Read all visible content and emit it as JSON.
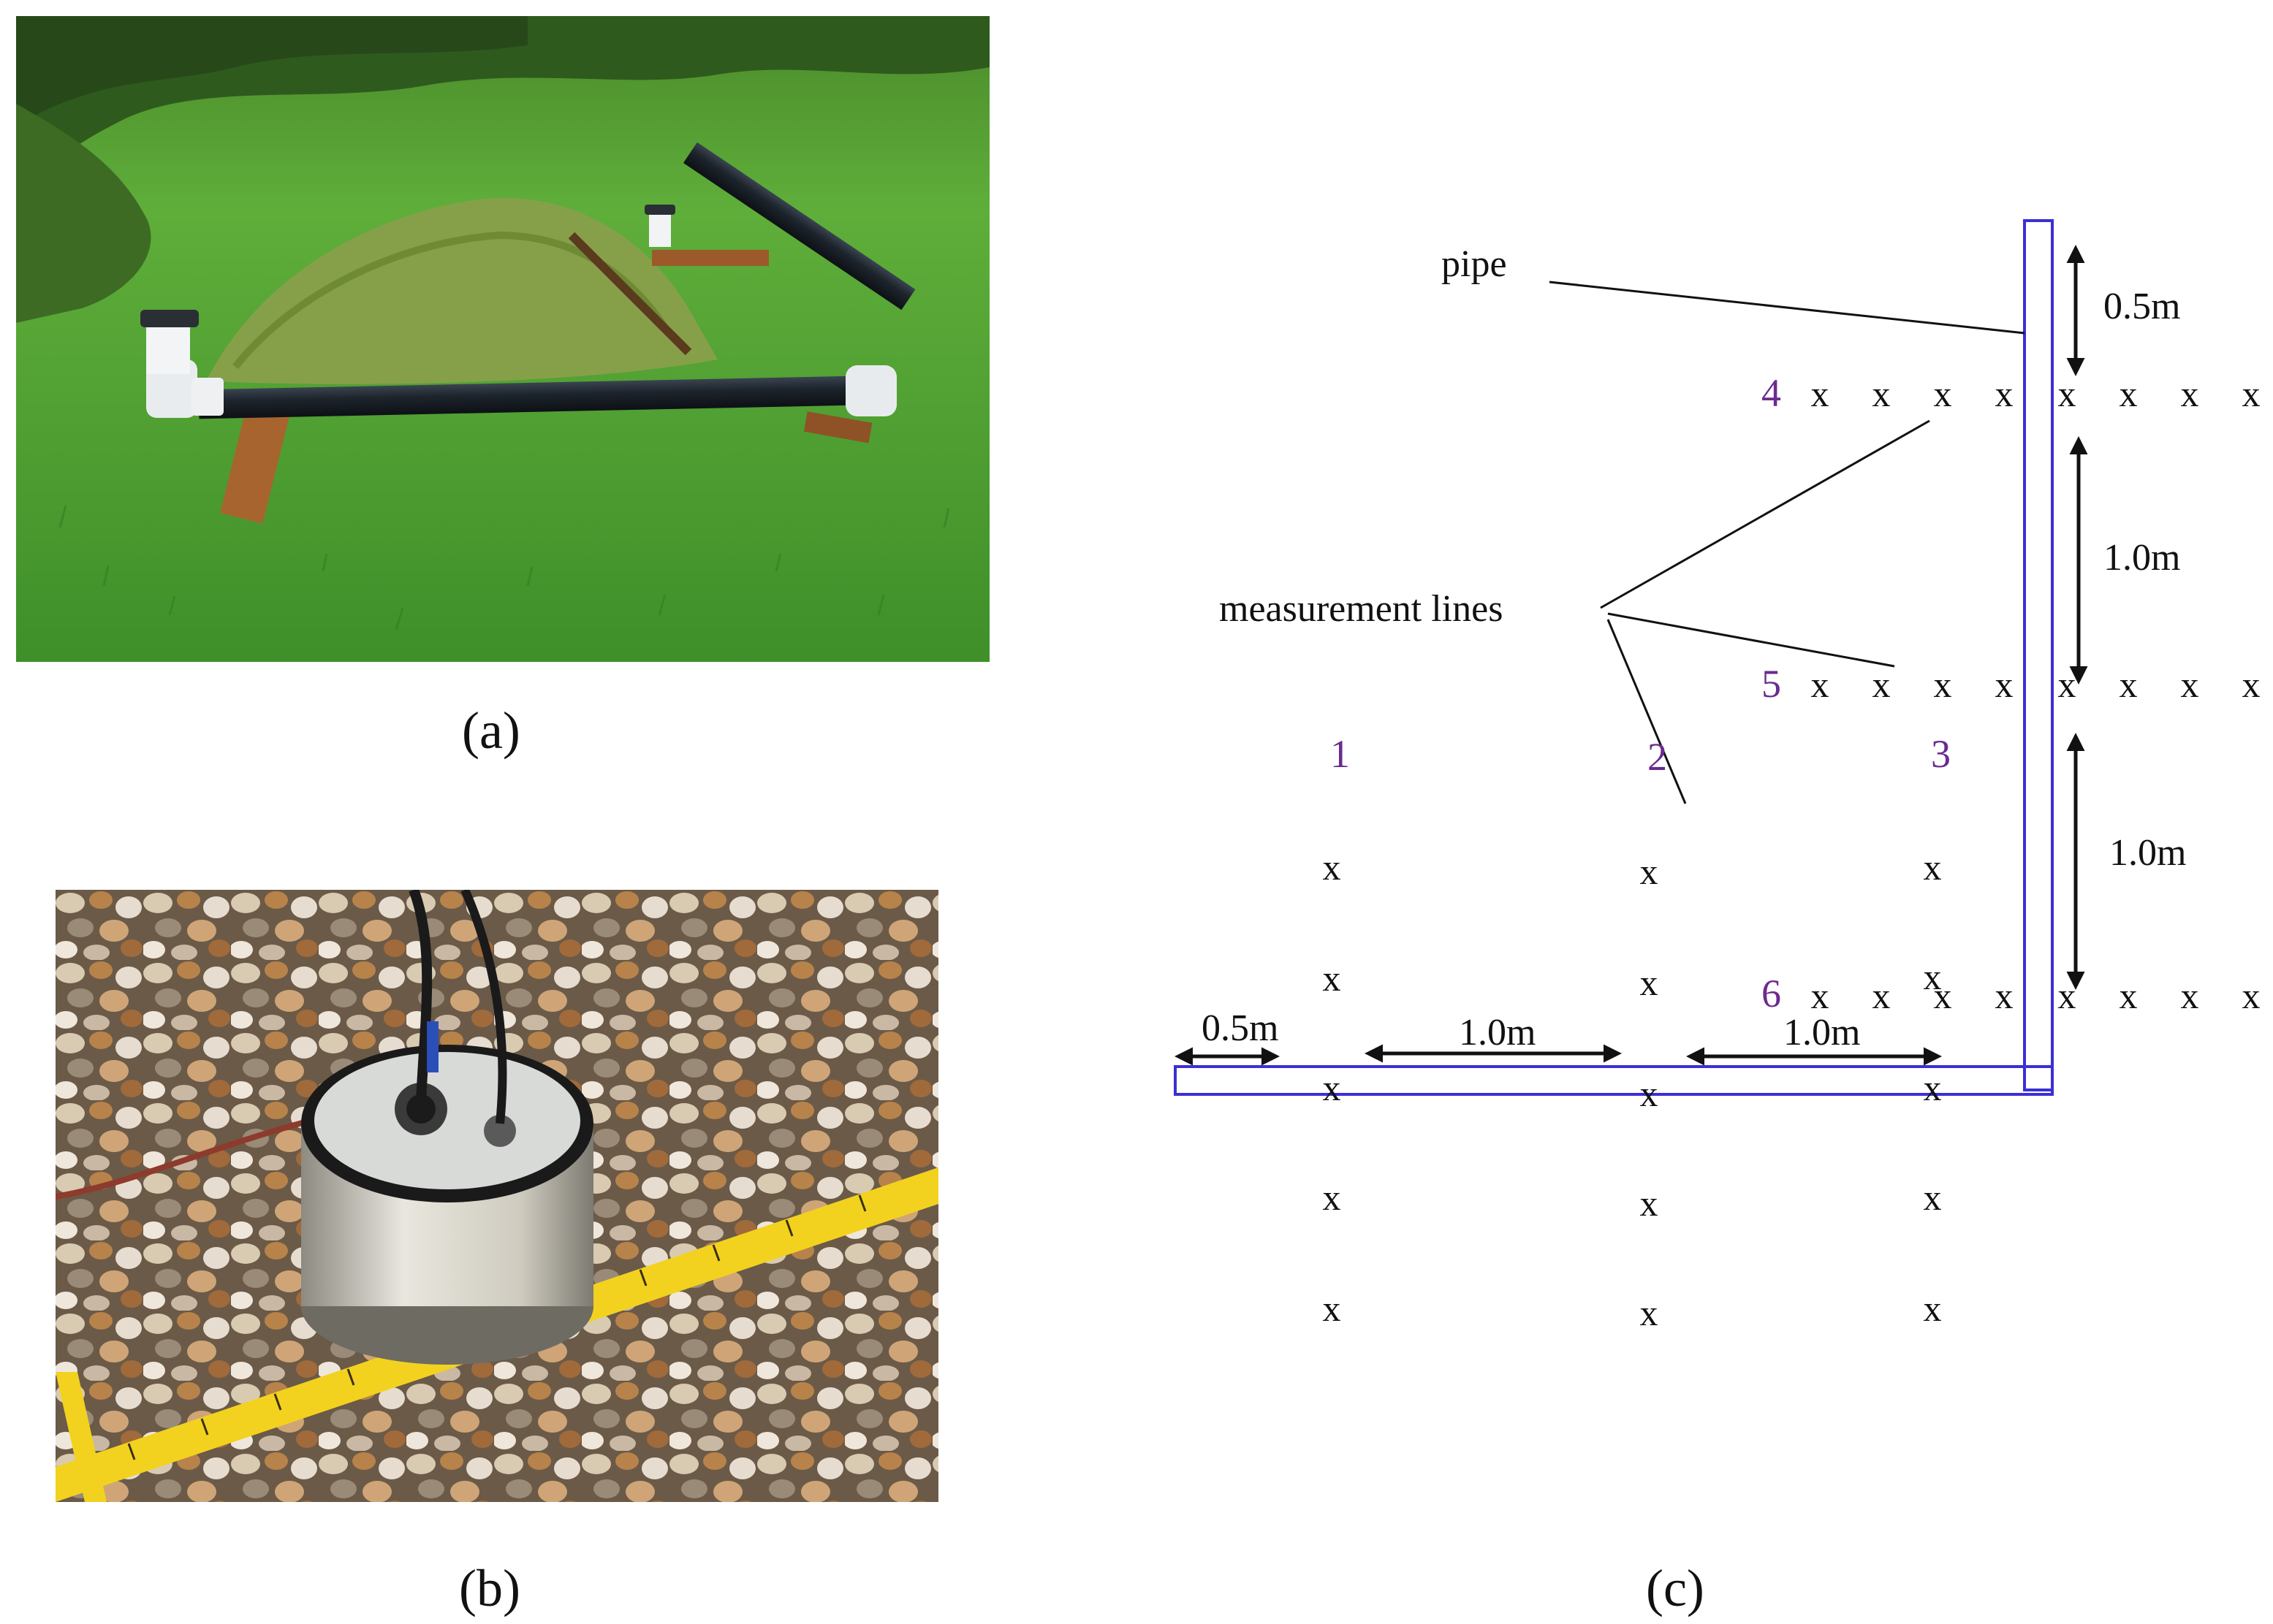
{
  "captions": {
    "a": "(a)",
    "b": "(b)",
    "c": "(c)"
  },
  "photos": {
    "a": "photo-field-pipe",
    "b": "photo-sensor-on-gravel"
  },
  "diagram": {
    "pipe_label": "pipe",
    "measurement_label": "measurement lines",
    "line_numbers": [
      "1",
      "2",
      "3",
      "4",
      "5",
      "6"
    ],
    "marker": "x",
    "dimensions": {
      "top_gap": "0.5m",
      "row_gap_1": "1.0m",
      "row_gap_2": "1.0m",
      "left_offset": "0.5m",
      "col_gap_1": "1.0m",
      "col_gap_2": "1.0m"
    },
    "colors": {
      "pipe": "#3b2fd6",
      "line_numbers": "#6a2c8f",
      "ink": "#111111"
    }
  }
}
